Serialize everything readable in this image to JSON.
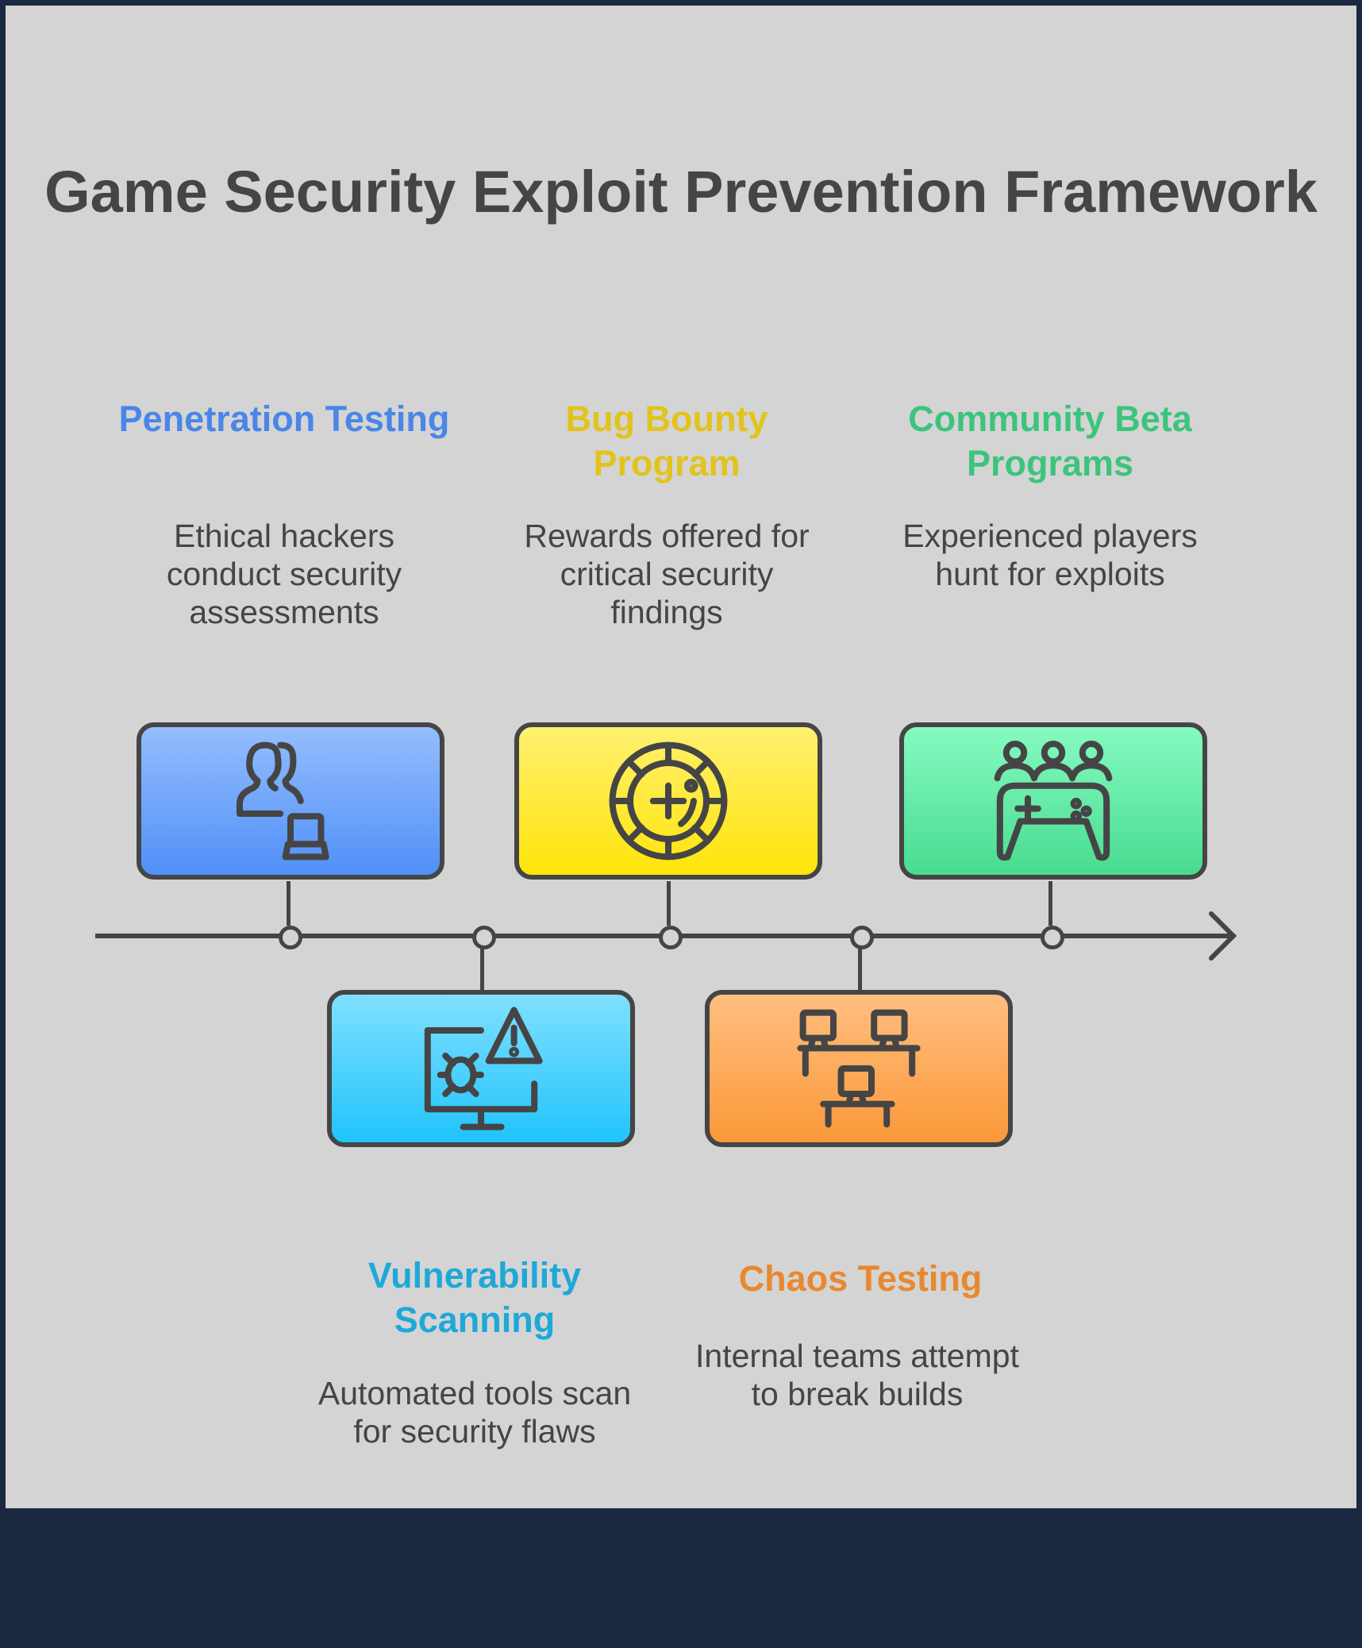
{
  "title": "Game Security Exploit Prevention Framework",
  "steps": [
    {
      "heading": "Penetration Testing",
      "description": "Ethical hackers conduct security assessments",
      "icon": "users-laptop-icon",
      "color": "#4a86e8"
    },
    {
      "heading": "Vulnerability Scanning",
      "description": "Automated tools scan for security flaws",
      "icon": "monitor-bug-warning-icon",
      "color": "#1ea8d8"
    },
    {
      "heading": "Bug Bounty Program",
      "description": "Rewards offered for critical security findings",
      "icon": "roulette-wheel-icon",
      "color": "#e2c31a"
    },
    {
      "heading": "Chaos Testing",
      "description": "Internal teams attempt to break builds",
      "icon": "workstations-icon",
      "color": "#e8892f"
    },
    {
      "heading": "Community Beta Programs",
      "description": "Experienced players hunt for exploits",
      "icon": "players-gamepad-icon",
      "color": "#3cc47c"
    }
  ]
}
